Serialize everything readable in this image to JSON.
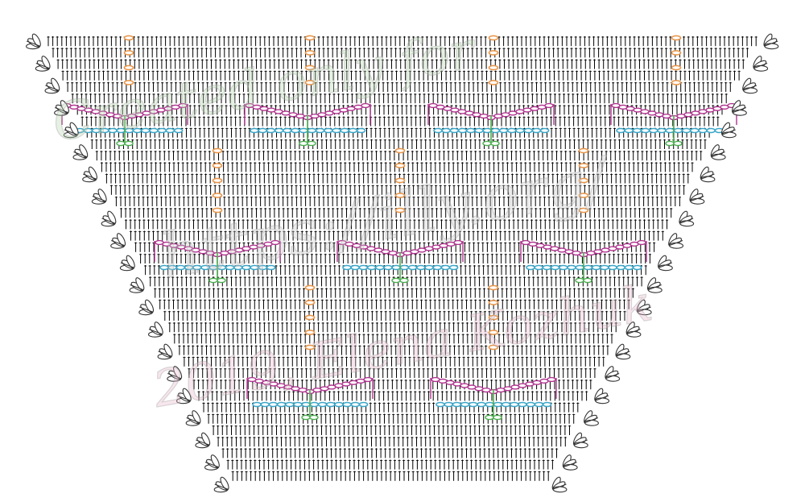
{
  "diagram": {
    "kind": "crochet-chart",
    "shape": "inverted-triangle-shawl",
    "edging": "fan-of-chain-loops",
    "colors": {
      "grid": "#000000",
      "chain_orange": "#e8964a",
      "chain_blue": "#3aa6c8",
      "chain_magenta": "#b0348f",
      "stitch_green": "#4caf50",
      "edging": "#333333"
    },
    "icons": [
      "double-crochet-stitch",
      "chain-stitch",
      "fan-edge-motif"
    ]
  },
  "watermark": {
    "line1": "Created only for",
    "line2": "https://illy.org/",
    "line3": "2019, Elena Kozhuk",
    "colors": [
      "#b7d8b2",
      "#c9c9c9",
      "#e8b6cc",
      "#bcc6e6"
    ]
  }
}
